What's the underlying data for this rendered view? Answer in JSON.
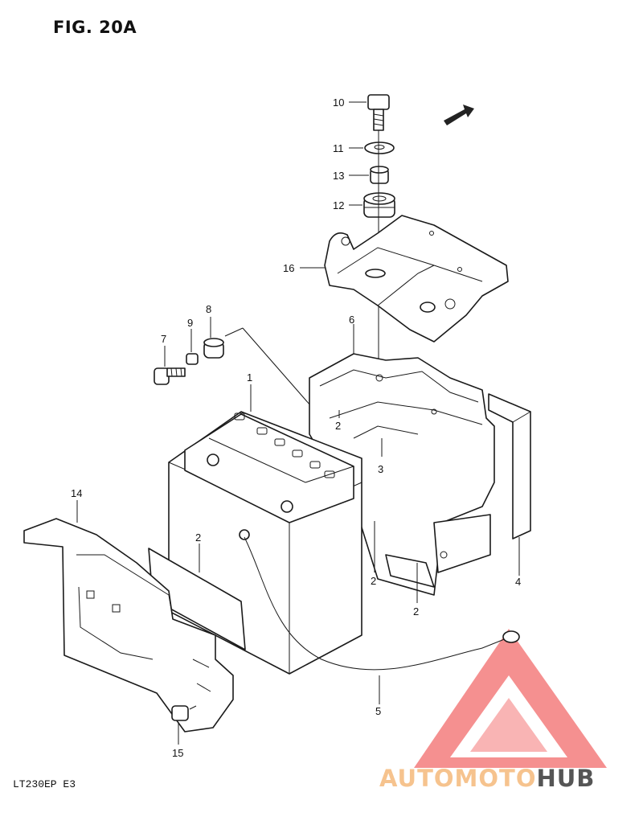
{
  "figure": {
    "title": "FIG. 20A",
    "model_code": "LT230EP  E3"
  },
  "direction_marker": "FWD",
  "callouts": [
    {
      "id": "c10",
      "label": "10"
    },
    {
      "id": "c11",
      "label": "11"
    },
    {
      "id": "c13",
      "label": "13"
    },
    {
      "id": "c12",
      "label": "12"
    },
    {
      "id": "c16",
      "label": "16"
    },
    {
      "id": "c8",
      "label": "8"
    },
    {
      "id": "c9",
      "label": "9"
    },
    {
      "id": "c7",
      "label": "7"
    },
    {
      "id": "c6",
      "label": "6"
    },
    {
      "id": "c1",
      "label": "1"
    },
    {
      "id": "c2a",
      "label": "2"
    },
    {
      "id": "c3",
      "label": "3"
    },
    {
      "id": "c14",
      "label": "14"
    },
    {
      "id": "c2b",
      "label": "2"
    },
    {
      "id": "c2c",
      "label": "2"
    },
    {
      "id": "c2d",
      "label": "2"
    },
    {
      "id": "c4",
      "label": "4"
    },
    {
      "id": "c5",
      "label": "5"
    },
    {
      "id": "c15",
      "label": "15"
    }
  ],
  "watermark": {
    "part1": "AUTOMOTO",
    "part2": "HUB",
    "color_primary": "#f26b6b",
    "color_accent": "#f6c38e",
    "color_dark": "#555555"
  }
}
